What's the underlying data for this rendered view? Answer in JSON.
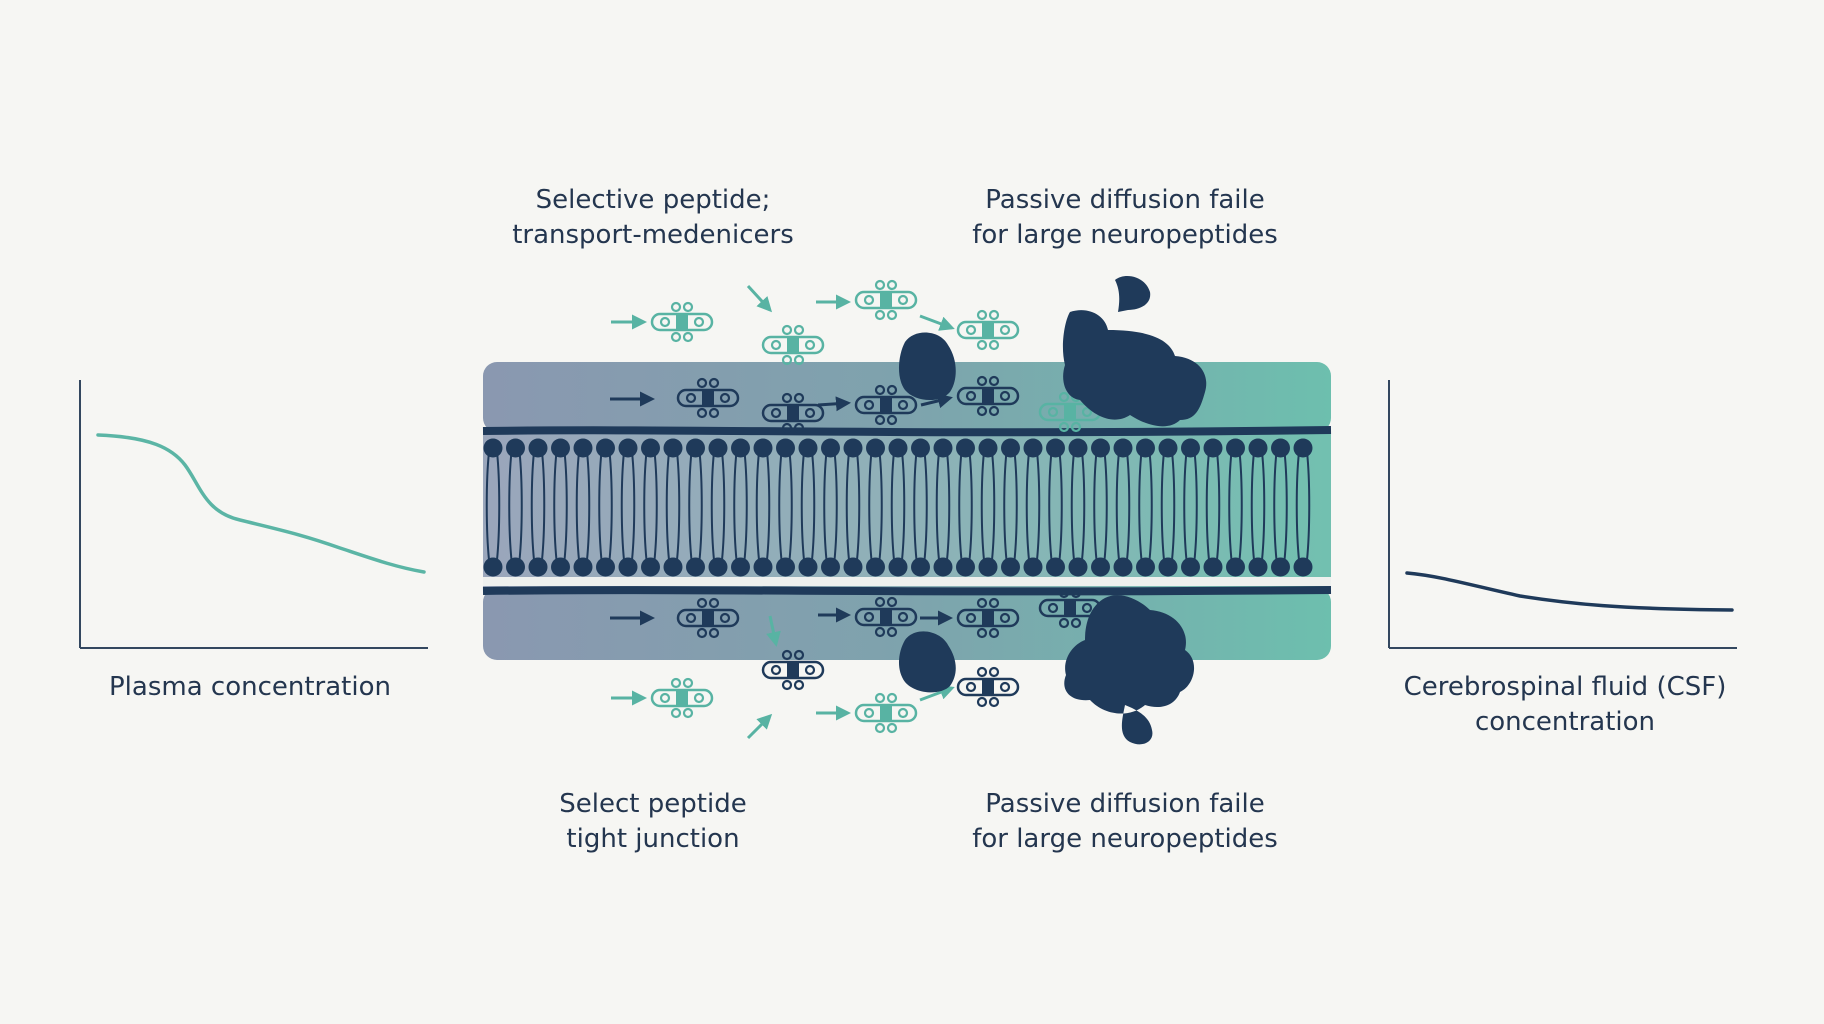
{
  "labels": {
    "top_left": {
      "line1": "Selective peptide;",
      "line2": "transport-medenicers"
    },
    "top_right": {
      "line1": "Passive diffusion faile",
      "line2": "for large neuropeptides"
    },
    "bottom_left": {
      "line1": "Select peptide",
      "line2": "tight junction"
    },
    "bottom_right": {
      "line1": "Passive diffusion faile",
      "line2": "for large neuropeptides"
    },
    "plasma": "Plasma concentration",
    "csf": {
      "line1": "Cerebrospinal fluid (CSF)",
      "line2": "concentration"
    }
  },
  "colors": {
    "navy": "#1f3a5a",
    "teal": "#58b3a3",
    "slate": "#8a98b0",
    "background": "#f6f6f3"
  },
  "icons": {
    "peptide": "peptide-molecule-icon",
    "large_neuropeptide": "large-neuropeptide-blob",
    "arrow": "transport-arrow-icon"
  }
}
